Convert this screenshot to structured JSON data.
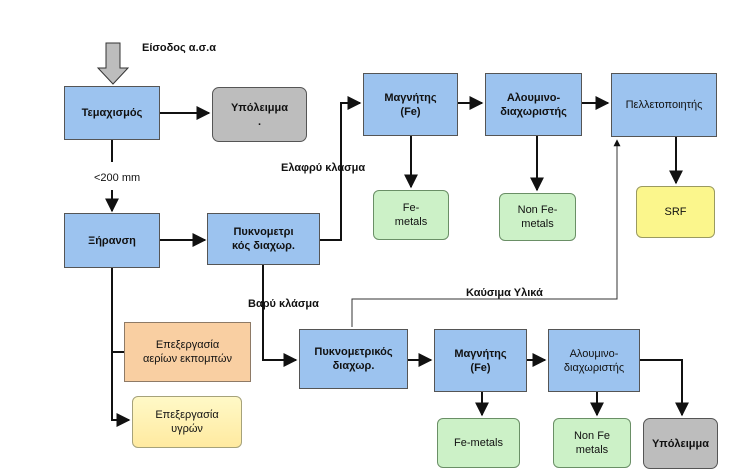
{
  "nodes": {
    "input_label": "Είσοδος α.σ.α",
    "shredding": "Τεμαχισμός",
    "residue_top": "Υπόλειμμα\n.",
    "size_label": "<200 mm",
    "drying": "Ξήρανση",
    "density_sep_1": "Πυκνομετρι\nκός διαχωρ.",
    "light_fraction": "Ελαφρύ κλάσμα",
    "magnet_top": "Μαγνήτης\n(Fe)",
    "alu_sep_top": "Αλουμινο-\nδιαχωριστής",
    "pelletizer": "Πελλετοποιητής",
    "fe_metals_top": "Fe-\nmetals",
    "non_fe_top": "Non Fe-\nmetals",
    "srf": "SRF",
    "fuel_materials": "Καύσιμα Υλικά",
    "heavy_fraction": "Βαρύ κλάσμα",
    "emission_treatment": "Επεξεργασία\nαερίων εκπομπών",
    "liquid_treatment": "Επεξεργασία\nυγρών",
    "density_sep_2": "Πυκνομετρικός\nδιαχωρ.",
    "magnet_bottom": "Μαγνήτης\n(Fe)",
    "alu_sep_bottom": "Αλουμινο-\nδιαχωριστής",
    "fe_metals_bottom": "Fe-metals",
    "non_fe_bottom": "Non Fe\nmetals",
    "residue_bottom": "Υπόλειμμα"
  },
  "colors": {
    "process": "#9cc3ef",
    "metal_output": "#ccf1c7",
    "residue": "#bdbdbd",
    "srf": "#fbf68c",
    "emission": "#f9cfa2"
  }
}
